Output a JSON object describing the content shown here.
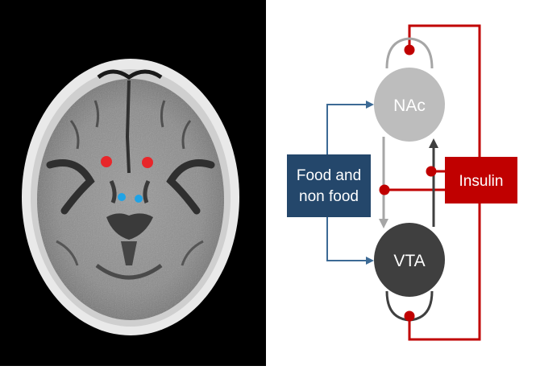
{
  "colors": {
    "nac_fill": "#bdbdbd",
    "vta_fill": "#3f3f3f",
    "food_box": "#24476b",
    "insulin_box": "#c00000",
    "red_path": "#c00000",
    "blue_path": "#3c6a95",
    "gray_path": "#a6a6a6",
    "dark_path": "#3f3f3f",
    "ct_marker_red": "#e8262a",
    "ct_marker_blue": "#1fa3e6"
  },
  "nodes": {
    "nac": {
      "label": "NAc"
    },
    "vta": {
      "label": "VTA"
    }
  },
  "inputs": {
    "food": {
      "line1": "Food and",
      "line2": "non food"
    },
    "insulin": {
      "label": "Insulin"
    }
  },
  "ct_image": {
    "markers": [
      "red-dot",
      "red-dot",
      "blue-dot",
      "blue-dot"
    ]
  }
}
